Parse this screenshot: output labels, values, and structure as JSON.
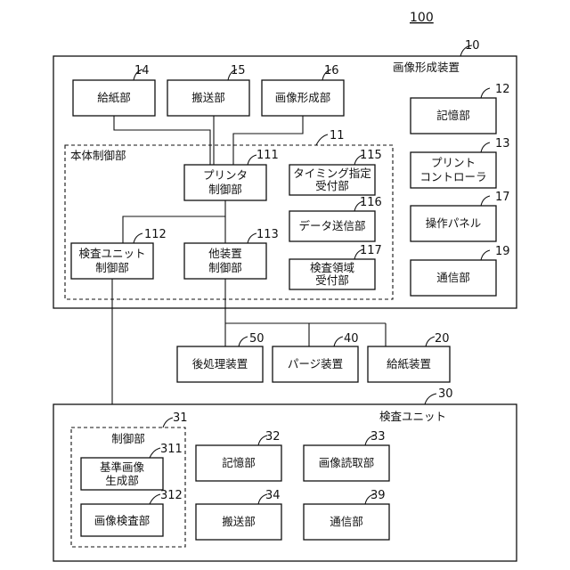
{
  "figure_number": "100",
  "image_forming_device": {
    "ref": "10",
    "label": "画像形成装置"
  },
  "main_control": {
    "ref": "11",
    "label": "本体制御部"
  },
  "top_units": [
    {
      "ref": "14",
      "label": "給紙部"
    },
    {
      "ref": "15",
      "label": "搬送部"
    },
    {
      "ref": "16",
      "label": "画像形成部"
    }
  ],
  "right_units": [
    {
      "ref": "12",
      "label": "記憶部"
    },
    {
      "ref": "13",
      "line1": "プリント",
      "line2": "コントローラ"
    },
    {
      "ref": "17",
      "label": "操作パネル"
    },
    {
      "ref": "19",
      "label": "通信部"
    }
  ],
  "control_units": {
    "printer": {
      "ref": "111",
      "line1": "プリンタ",
      "line2": "制御部"
    },
    "timing": {
      "ref": "115",
      "line1": "タイミング指定",
      "line2": "受付部"
    },
    "data_tx": {
      "ref": "116",
      "label": "データ送信部"
    },
    "inspect_ctrl": {
      "ref": "112",
      "line1": "検査ユニット",
      "line2": "制御部"
    },
    "other_ctrl": {
      "ref": "113",
      "line1": "他装置",
      "line2": "制御部"
    },
    "region": {
      "ref": "117",
      "line1": "検査領域",
      "line2": "受付部"
    }
  },
  "external_devices": [
    {
      "ref": "50",
      "label": "後処理装置"
    },
    {
      "ref": "40",
      "label": "パージ装置"
    },
    {
      "ref": "20",
      "label": "給紙装置"
    }
  ],
  "inspection_unit": {
    "ref": "30",
    "label": "検査ユニット",
    "control": {
      "ref": "31",
      "label": "制御部"
    },
    "ref_image": {
      "ref": "311",
      "line1": "基準画像",
      "line2": "生成部"
    },
    "image_inspect": {
      "ref": "312",
      "label": "画像検査部"
    },
    "storage": {
      "ref": "32",
      "label": "記憶部"
    },
    "reader": {
      "ref": "33",
      "label": "画像読取部"
    },
    "transport": {
      "ref": "34",
      "label": "搬送部"
    },
    "comm": {
      "ref": "39",
      "label": "通信部"
    }
  }
}
